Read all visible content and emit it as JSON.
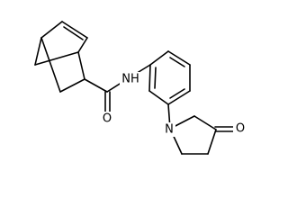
{
  "molecule": {
    "atom_labels": {
      "amide_oxygen": "O",
      "amide_nitrogen": "NH",
      "ring_nitrogen": "N",
      "lactam_oxygen": "O"
    }
  }
}
